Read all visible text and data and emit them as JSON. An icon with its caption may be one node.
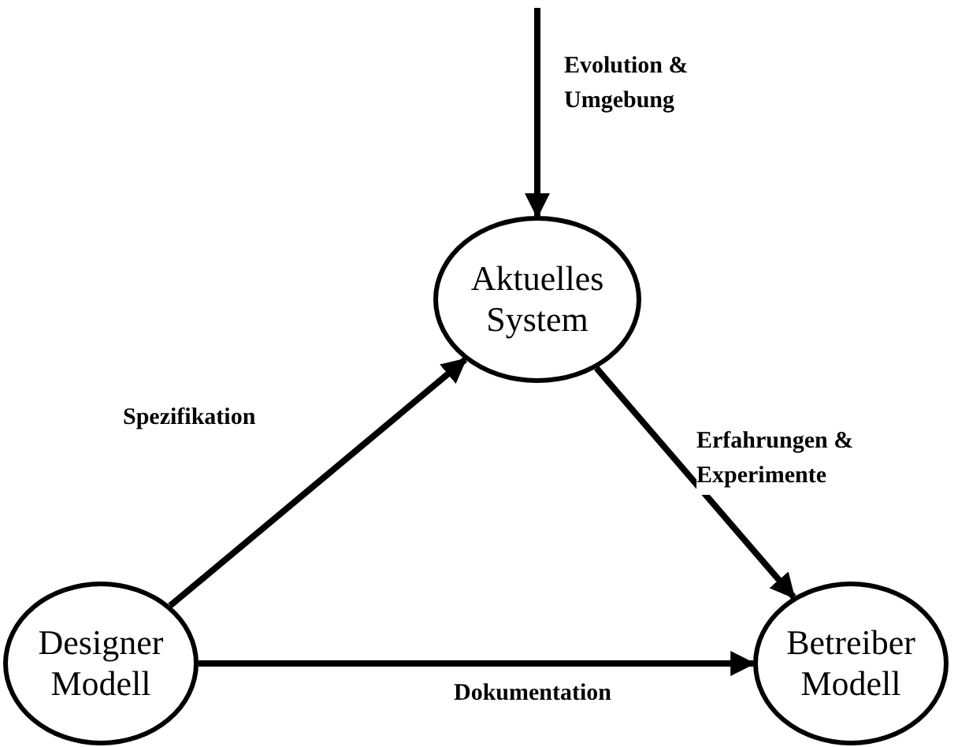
{
  "diagram": {
    "nodes": [
      {
        "text": [
          "Aktuelles System"
        ]
      },
      {
        "text": [
          "Designer Modell"
        ]
      },
      {
        "text": [
          "Betreiber Modell"
        ]
      }
    ],
    "edges": [
      {
        "from": null,
        "to": 0,
        "arrow": "to",
        "label": "Evolution & Umgebung"
      },
      {
        "from": 1,
        "to": 0,
        "arrow": "to",
        "label": "Spezifikation"
      },
      {
        "from": 0,
        "to": 2,
        "arrow": "to",
        "label": "Erfahrungen & Experimente"
      },
      {
        "from": 1,
        "to": 2,
        "arrow": "to",
        "label": "Dokumentation"
      }
    ]
  }
}
